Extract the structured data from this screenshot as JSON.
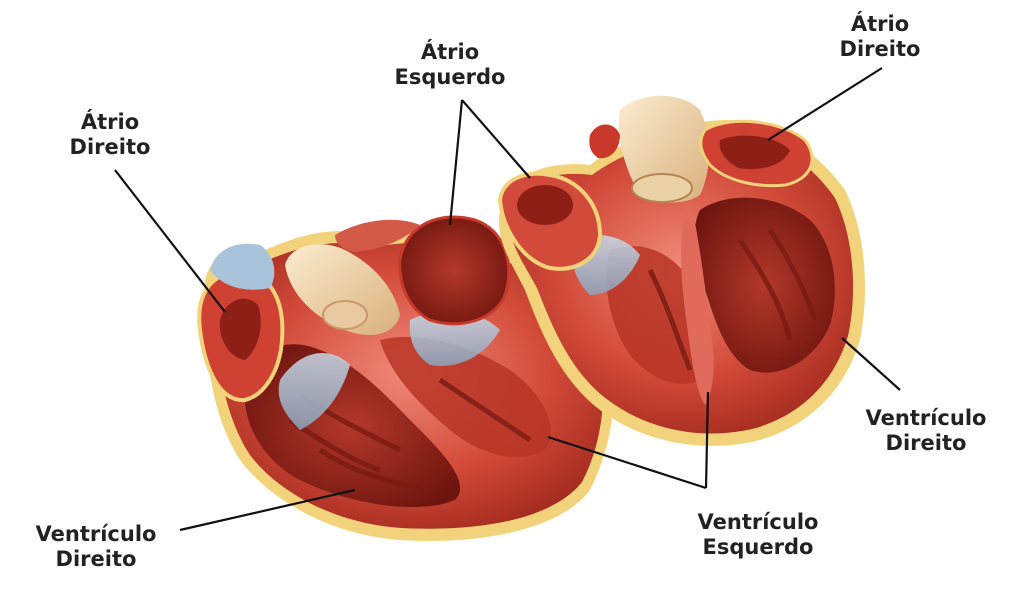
{
  "labels": {
    "atrio_direito_top": {
      "line1": "Átrio",
      "line2": "Direito"
    },
    "atrio_esquerdo": {
      "line1": "Átrio",
      "line2": "Esquerdo"
    },
    "atrio_direito_left": {
      "line1": "Átrio",
      "line2": "Direito"
    },
    "ventriculo_direito_right": {
      "line1": "Ventrículo",
      "line2": "Direito"
    },
    "ventriculo_direito_left": {
      "line1": "Ventrículo",
      "line2": "Direito"
    },
    "ventriculo_esquerdo": {
      "line1": "Ventrículo",
      "line2": "Esquerdo"
    }
  },
  "colors": {
    "background": "#ffffff",
    "muscle": "#c8392b",
    "muscle_dark": "#8e1f17",
    "muscle_light": "#e8776a",
    "fat": "#f2d27a",
    "valve": "#9fb8cf",
    "vessel_cream": "#ecd6b0",
    "label_text": "#222222",
    "leader_line": "#111111"
  }
}
